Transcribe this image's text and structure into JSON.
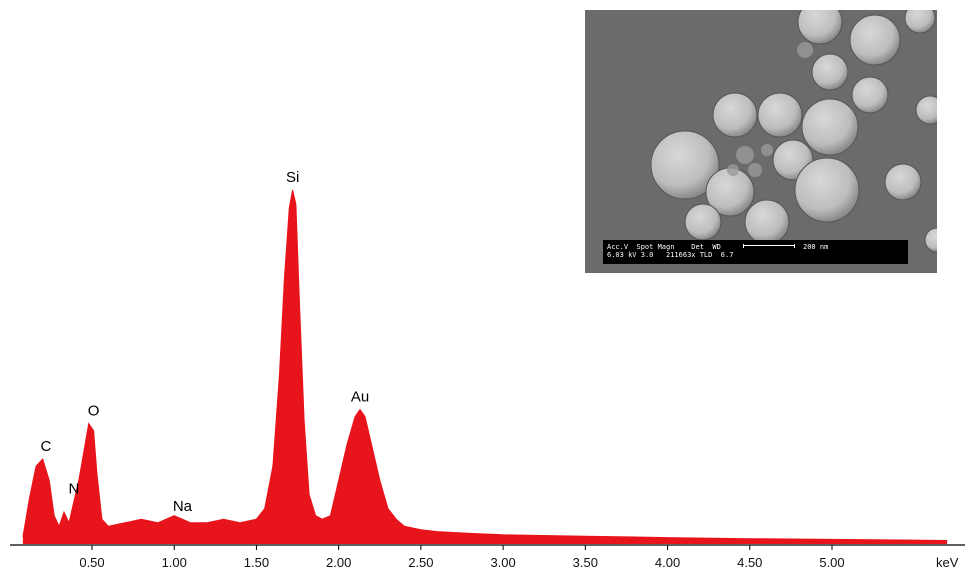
{
  "chart_data": {
    "type": "line",
    "title": "",
    "xlabel": "keV",
    "ylabel": "",
    "xlim": [
      0.0,
      5.7
    ],
    "ylim": [
      0,
      100
    ],
    "x_ticks": [
      0.5,
      1.0,
      1.5,
      2.0,
      2.5,
      3.0,
      3.5,
      4.0,
      4.5,
      5.0
    ],
    "x_tick_labels": [
      "0.50",
      "1.00",
      "1.50",
      "2.00",
      "2.50",
      "3.00",
      "3.50",
      "4.00",
      "4.50",
      "5.00"
    ],
    "series": [
      {
        "color": "#e8141b",
        "x": [
          0.08,
          0.12,
          0.16,
          0.2,
          0.24,
          0.27,
          0.3,
          0.33,
          0.36,
          0.39,
          0.42,
          0.45,
          0.48,
          0.51,
          0.53,
          0.56,
          0.6,
          0.7,
          0.8,
          0.9,
          1.0,
          1.05,
          1.1,
          1.2,
          1.3,
          1.4,
          1.5,
          1.55,
          1.6,
          1.64,
          1.67,
          1.7,
          1.72,
          1.74,
          1.76,
          1.79,
          1.82,
          1.86,
          1.9,
          1.95,
          2.0,
          2.05,
          2.1,
          2.13,
          2.16,
          2.2,
          2.25,
          2.3,
          2.35,
          2.4,
          2.5,
          2.6,
          2.8,
          3.0,
          3.5,
          4.0,
          4.5,
          5.0,
          5.5,
          5.7
        ],
        "y": [
          2,
          13,
          22,
          24,
          18,
          8,
          5,
          9,
          6,
          12,
          18,
          26,
          34,
          32,
          20,
          7,
          5,
          6,
          7,
          6,
          8,
          7,
          6,
          6,
          7,
          6,
          7,
          10,
          22,
          48,
          75,
          95,
          100,
          96,
          70,
          35,
          14,
          8,
          7,
          8,
          18,
          28,
          36,
          38,
          36,
          28,
          18,
          10,
          7,
          5,
          4,
          3.5,
          3,
          2.6,
          2.2,
          1.8,
          1.5,
          1.3,
          1.1,
          1.0
        ]
      }
    ],
    "annotations": [
      {
        "text": "C",
        "x": 0.22,
        "y": 24
      },
      {
        "text": "N",
        "x": 0.39,
        "y": 12
      },
      {
        "text": "O",
        "x": 0.51,
        "y": 34
      },
      {
        "text": "Na",
        "x": 1.05,
        "y": 7
      },
      {
        "text": "Si",
        "x": 1.72,
        "y": 100
      },
      {
        "text": "Au",
        "x": 2.13,
        "y": 38
      }
    ]
  },
  "inset": {
    "sem_info_line1": "Acc.V  Spot Magn    Det  WD",
    "sem_info_line2": "6.03 kV 3.0   211663x TLD  6.7",
    "scale_label": "200 nm"
  }
}
